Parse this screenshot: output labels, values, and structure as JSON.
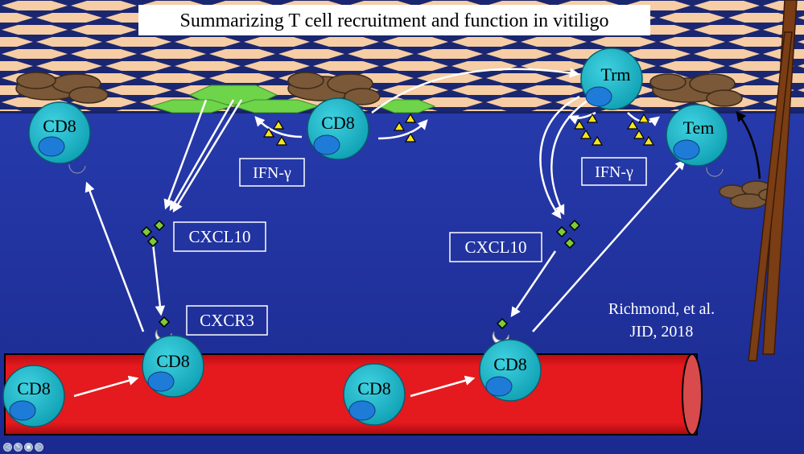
{
  "title": "Summarizing T cell recruitment and function in vitiligo",
  "labels": {
    "ifn_left": "IFN-γ",
    "ifn_right": "IFN-γ",
    "cxcl10_left": "CXCL10",
    "cxcl10_right": "CXCL10",
    "cxcr3": "CXCR3"
  },
  "cells": {
    "cd8_skin_left": "CD8",
    "cd8_skin_mid": "CD8",
    "trm": "Trm",
    "tem": "Tem",
    "cd8_vessel_left": "CD8",
    "cd8_vessel_mid": "CD8",
    "cd8_vessel_mid2": "CD8",
    "cd8_vessel_right": "CD8"
  },
  "citation": {
    "line1": "Richmond, et al.",
    "line2": "JID, 2018"
  },
  "colors": {
    "dermis_top": "#2a3fb4",
    "dermis_bottom": "#1d2c92",
    "epidermis": "#f6cda4",
    "cell": "#18b7c9",
    "vessel": "#e0181c",
    "chemokine": "#7ccb38",
    "ifn": "#f6e41c",
    "arrow": "#ffffff"
  },
  "toolbar": [
    "◁",
    "✎",
    "▣",
    "▷"
  ]
}
